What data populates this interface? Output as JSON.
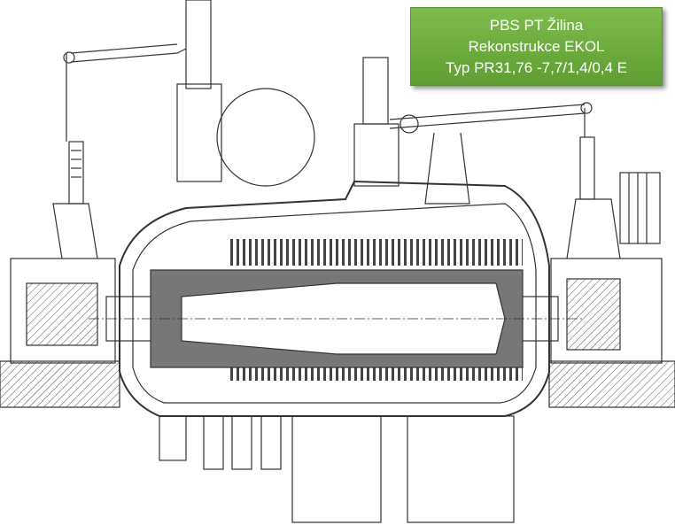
{
  "label": {
    "line1": "PBS PT Žilina",
    "line2": "Rekonstrukce EKOL",
    "line3": "Typ PR31,76 -7,7/1,4/0,4 E"
  },
  "colors": {
    "label_bg": "#6aab3d",
    "line": "#333333",
    "section_fill": "#555555"
  }
}
